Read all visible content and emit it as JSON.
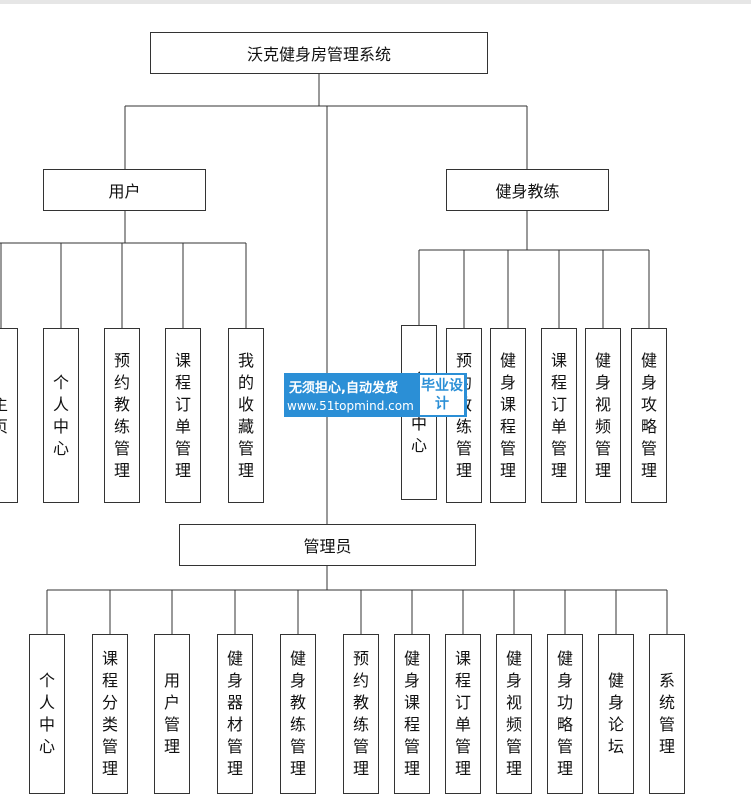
{
  "root": {
    "label": "沃克健身房管理系统"
  },
  "user": {
    "label": "用户",
    "children": [
      "主页",
      "个人中心",
      "预约教练管理",
      "课程订单管理",
      "我的收藏管理"
    ]
  },
  "coach": {
    "label": "健身教练",
    "children": [
      "个人中心",
      "预约教练管理",
      "健身课程管理",
      "课程订单管理",
      "健身视频管理",
      "健身攻略管理"
    ]
  },
  "admin": {
    "label": "管理员",
    "children": [
      "个人中心",
      "课程分类管理",
      "用户管理",
      "健身器材管理",
      "健身教练管理",
      "预约教练管理",
      "健身课程管理",
      "课程订单管理",
      "健身视频管理",
      "健身功略管理",
      "健身论坛",
      "系统管理"
    ]
  },
  "watermark": {
    "line1": "无须担心,自动发货",
    "line2": "www.51topmind.com",
    "tag": "毕业设计"
  }
}
